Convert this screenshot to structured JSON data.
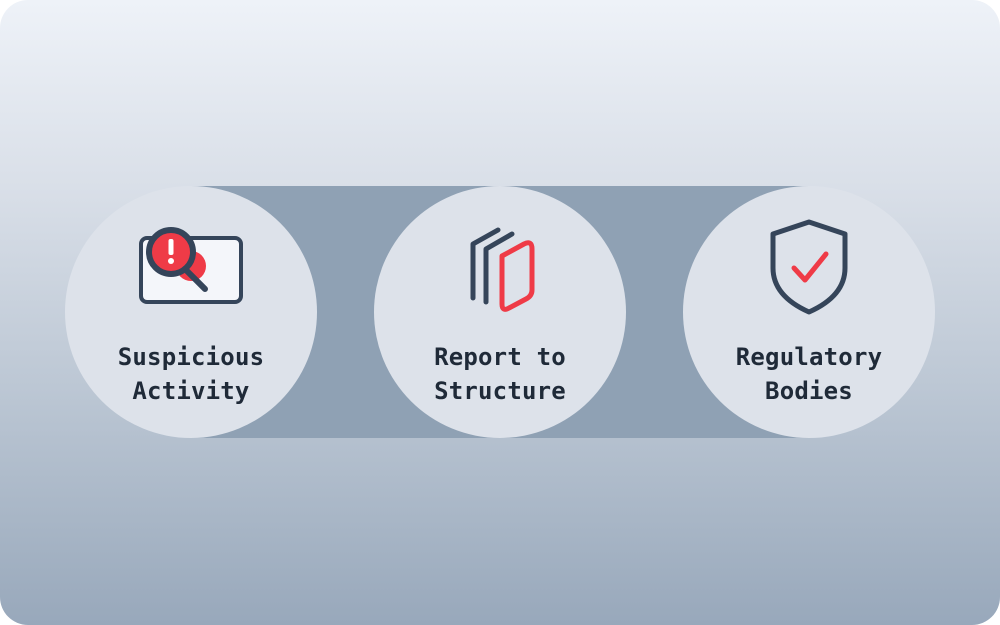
{
  "colors": {
    "dark": "#35455a",
    "accent": "#ef3b47",
    "node_fill": "#dde2ea",
    "band": "#8fa1b4"
  },
  "steps": [
    {
      "icon": "magnifier-alert-icon",
      "label_lines": [
        "Suspicious",
        "Activity"
      ]
    },
    {
      "icon": "stacked-documents-icon",
      "label_lines": [
        "Report to",
        "Structure"
      ]
    },
    {
      "icon": "shield-check-icon",
      "label_lines": [
        "Regulatory",
        "Bodies"
      ]
    }
  ]
}
